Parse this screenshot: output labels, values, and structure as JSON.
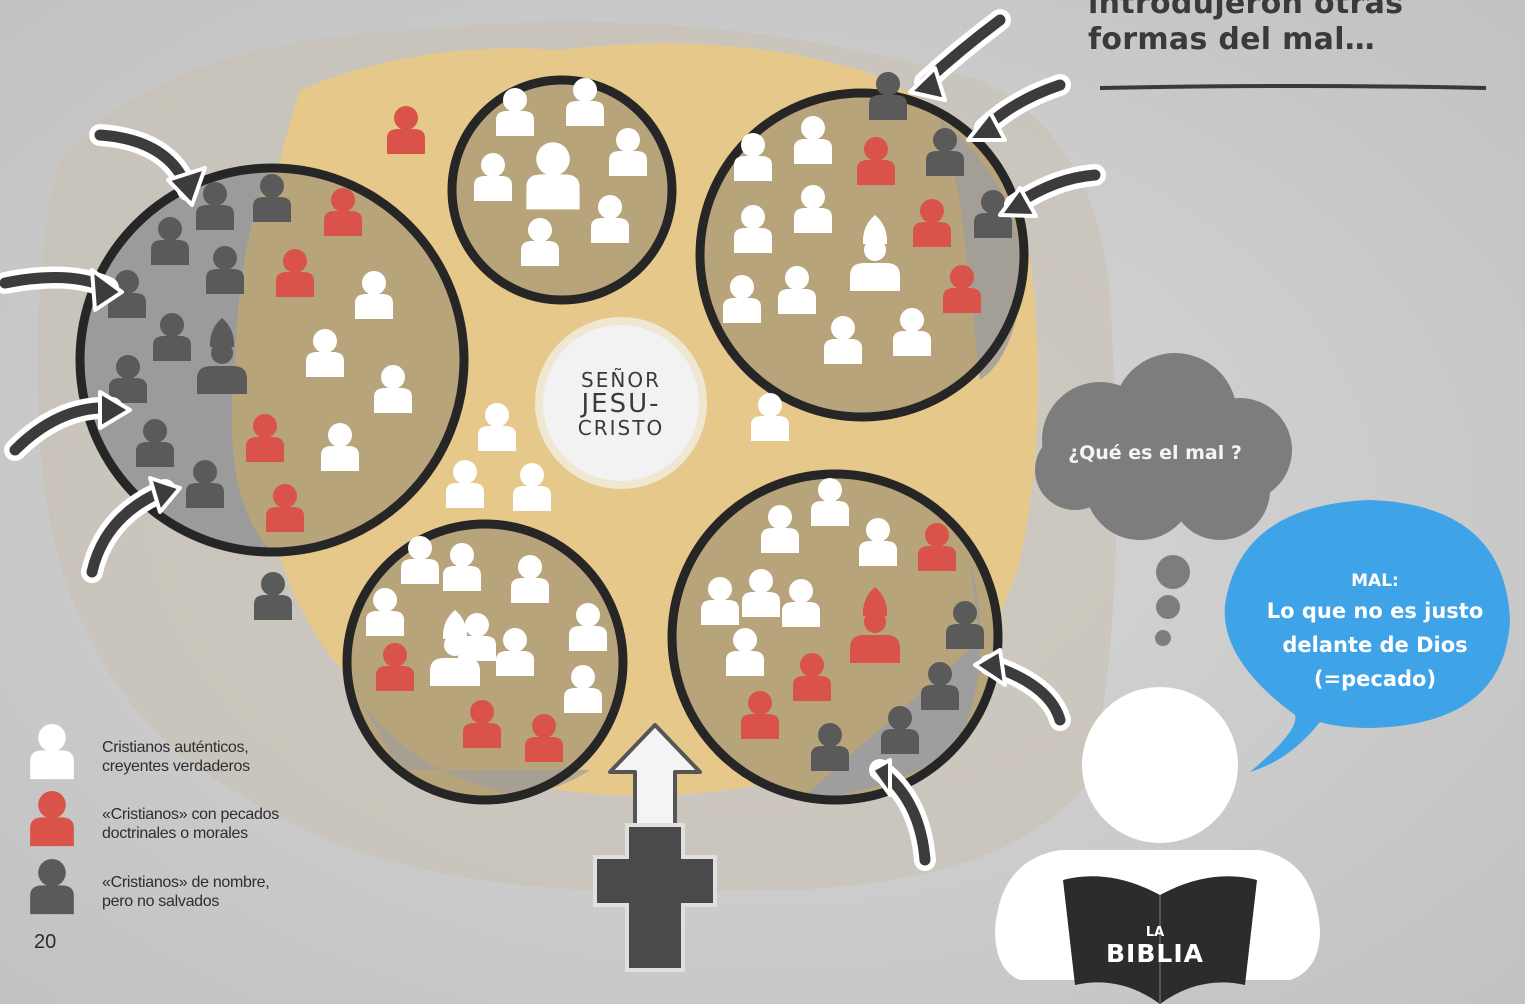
{
  "heading": {
    "line1": "introdujeron otras",
    "line2": "formas del mal…"
  },
  "center": {
    "line1": "SEÑOR",
    "line2": "JESU-",
    "line3": "CRISTO"
  },
  "thought_bubble": {
    "text": "¿Qué es el mal ?"
  },
  "speech_bubble": {
    "title": "MAL:",
    "line1": "Lo que no es justo",
    "line2": "delante de Dios",
    "line3": "(=pecado)"
  },
  "book": {
    "line1": "LA",
    "line2": "BIBLIA"
  },
  "legend": {
    "items": [
      {
        "line1": "Cristianos auténticos,",
        "line2": "creyentes verdaderos",
        "color": "#ffffff"
      },
      {
        "line1": "«Cristianos» con pecados",
        "line2": "doctrinales o morales",
        "color": "#d9534a"
      },
      {
        "line1": "«Cristianos» de nombre,",
        "line2": "pero no salvados",
        "color": "#5a5a5a"
      }
    ]
  },
  "page_number": "20",
  "colors": {
    "authentic": "#ffffff",
    "sinning": "#d9534a",
    "nominal": "#5a5a5a",
    "field": "#e6c98a",
    "speech": "#3fa3e8",
    "thought": "#7d7d7d"
  }
}
